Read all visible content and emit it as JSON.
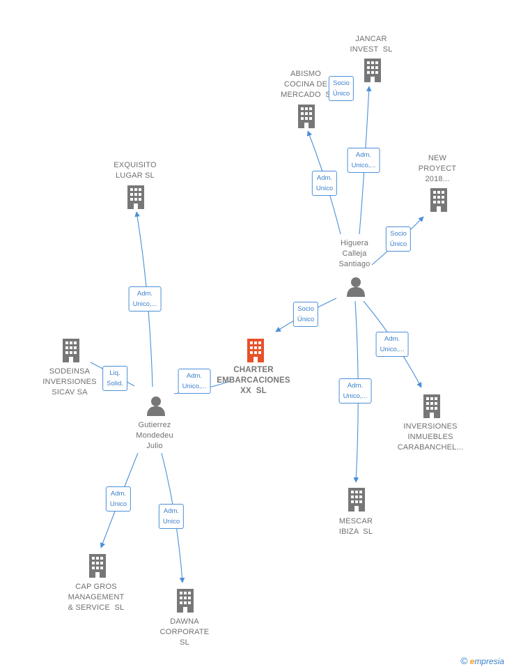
{
  "colors": {
    "edge": "#4a8fd8",
    "icon": "#777777",
    "main_icon": "#e8512a"
  },
  "companies": [
    {
      "id": "jancar",
      "label": "JANCAR\nINVEST  SL",
      "main": false
    },
    {
      "id": "abismo",
      "label": "ABISMO\nCOCINA DE\nMERCADO  S",
      "main": false
    },
    {
      "id": "new_proyect",
      "label": "NEW\nPROYECT\n2018...",
      "main": false
    },
    {
      "id": "exquisito",
      "label": "EXQUISITO\nLUGAR SL",
      "main": false
    },
    {
      "id": "sodeinsa",
      "label": "SODEINSA\nINVERSIONES\nSICAV SA",
      "main": false
    },
    {
      "id": "charter",
      "label": "CHARTER\nEMBARCACIONES\nXX  SL",
      "main": true
    },
    {
      "id": "inversiones",
      "label": "INVERSIONES\nINMUEBLES\nCARABANCHEL...",
      "main": false
    },
    {
      "id": "mescar",
      "label": "MESCAR\nIBIZA  SL",
      "main": false
    },
    {
      "id": "capgros",
      "label": "CAP GROS\nMANAGEMENT\n& SERVICE  SL",
      "main": false
    },
    {
      "id": "dawna",
      "label": "DAWNA\nCORPORATE\nSL",
      "main": false
    }
  ],
  "persons": [
    {
      "id": "higuera",
      "label": "Higuera\nCalleja\nSantiago"
    },
    {
      "id": "gutierrez",
      "label": "Gutierrez\nMondedeu\nJulio"
    }
  ],
  "edges": [
    {
      "from": "higuera",
      "to": "jancar",
      "label": "Adm.\nUnico,..."
    },
    {
      "from": "higuera",
      "to": "jancar",
      "label": "Socio\nÚnico"
    },
    {
      "from": "higuera",
      "to": "abismo",
      "label": "Adm.\nUnico"
    },
    {
      "from": "higuera",
      "to": "new_proyect",
      "label": "Socio\nÚnico"
    },
    {
      "from": "higuera",
      "to": "charter",
      "label": "Socio\nÚnico"
    },
    {
      "from": "higuera",
      "to": "inversiones",
      "label": "Adm.\nUnico,..."
    },
    {
      "from": "higuera",
      "to": "mescar",
      "label": "Adm.\nUnico,..."
    },
    {
      "from": "gutierrez",
      "to": "exquisito",
      "label": "Adm.\nUnico,..."
    },
    {
      "from": "gutierrez",
      "to": "sodeinsa",
      "label": "Liq.\nSolid."
    },
    {
      "from": "gutierrez",
      "to": "charter",
      "label": "Adm.\nUnico,..."
    },
    {
      "from": "gutierrez",
      "to": "capgros",
      "label": "Adm.\nUnico"
    },
    {
      "from": "gutierrez",
      "to": "dawna",
      "label": "Adm.\nUnico"
    }
  ],
  "footer": {
    "copyright_symbol": "©",
    "brand_initial": "e",
    "brand_rest": "mpresia"
  }
}
